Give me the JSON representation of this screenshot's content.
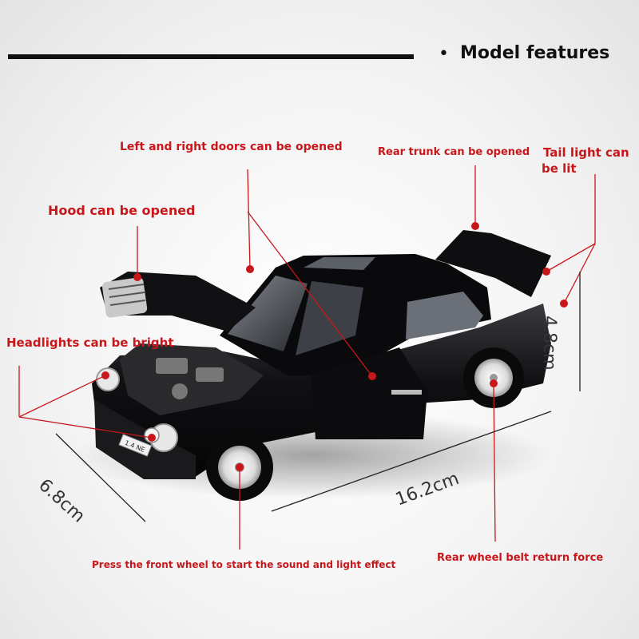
{
  "header": {
    "bullet": "•",
    "title": "Model features"
  },
  "features": {
    "doors": "Left and right doors can be opened",
    "trunk": "Rear trunk can be opened",
    "tail_light_line1": "Tail light can",
    "tail_light_line2": "be lit",
    "hood": "Hood can be opened",
    "headlights": "Headlights can be bright",
    "front_wheel": "Press the front wheel to start the sound and light effect",
    "rear_wheel": "Rear wheel belt return force"
  },
  "dimensions": {
    "height": "4.8cm",
    "width": "6.8cm",
    "length": "16.2cm"
  },
  "car": {
    "plate_text": "1.4 NE"
  },
  "colors": {
    "annotation": "#c8171b",
    "car_body": "#0d0d0f"
  }
}
